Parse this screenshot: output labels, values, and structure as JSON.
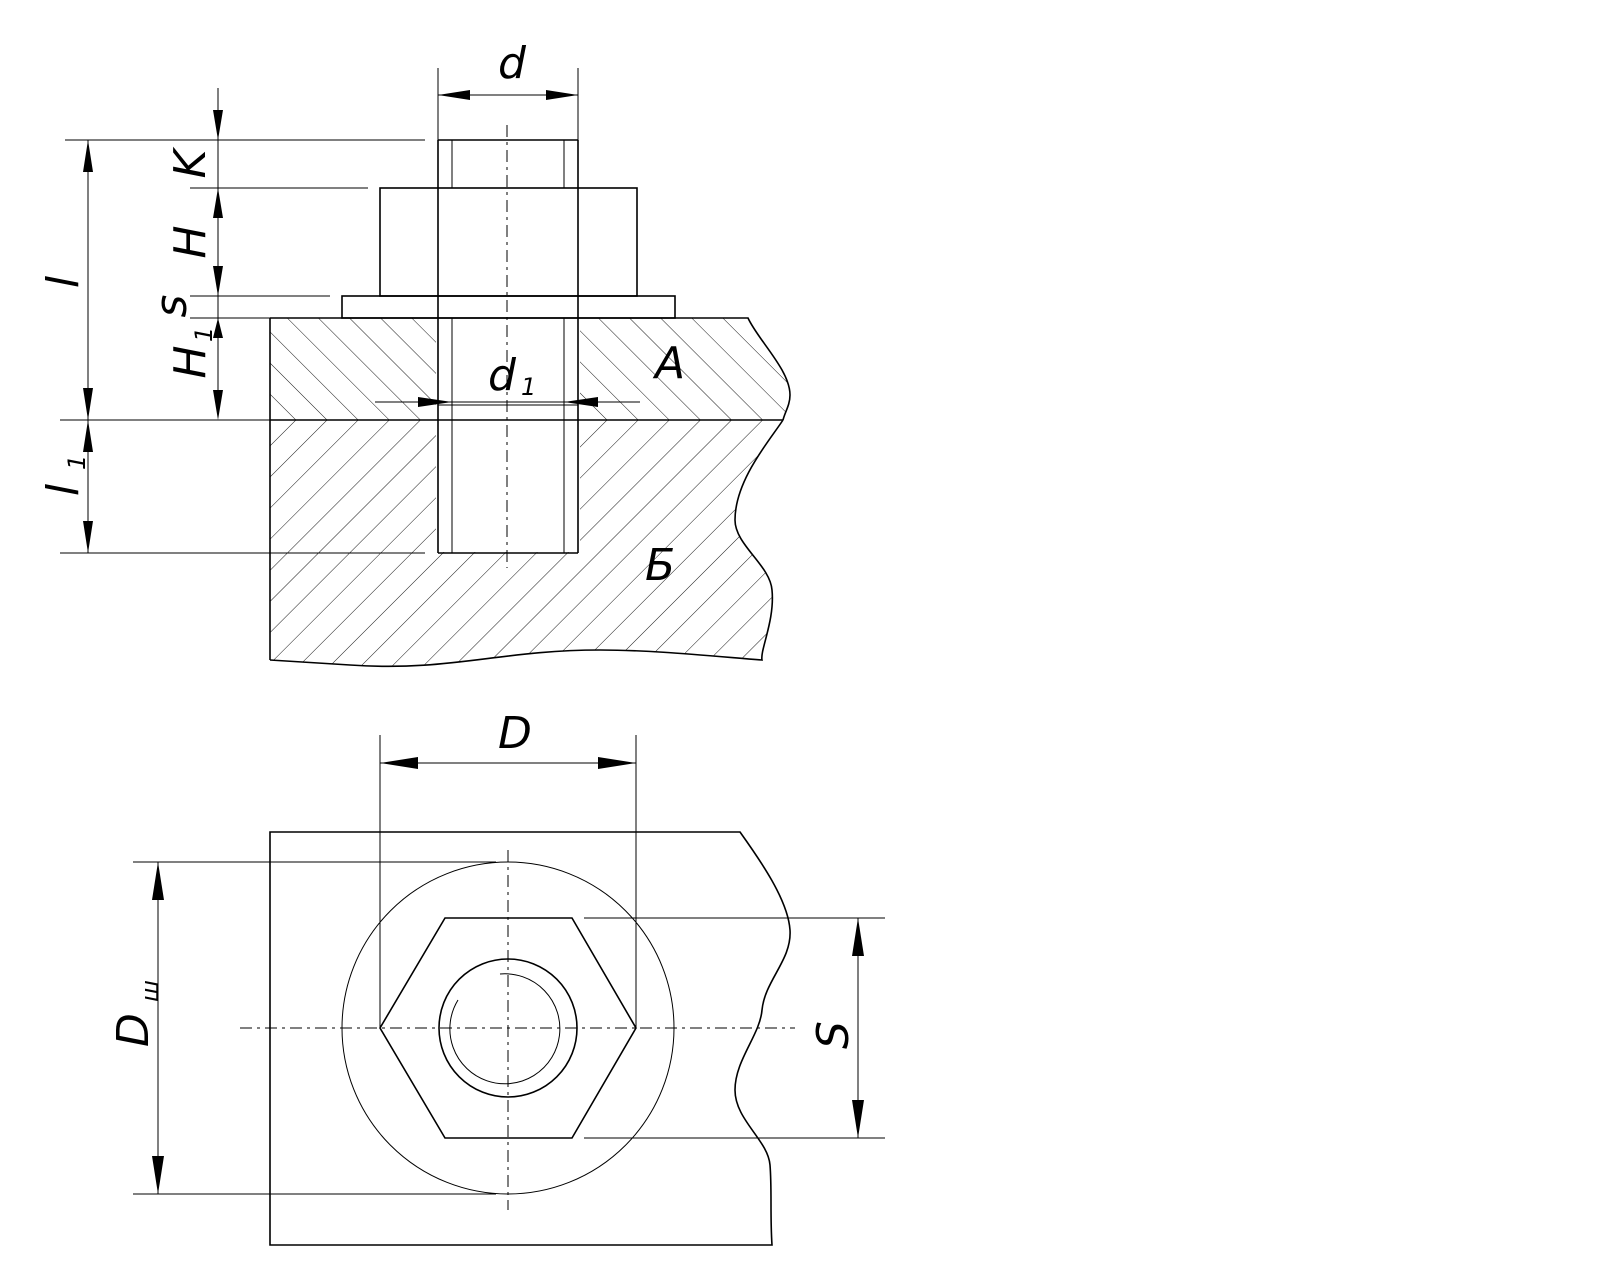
{
  "labels": {
    "d": "d",
    "d1_main": "d",
    "d1_sub": "1",
    "K": "K",
    "H": "H",
    "s": "s",
    "H1_main": "H",
    "H1_sub": "1",
    "l": "l",
    "l1_main": "l",
    "l1_sub": "1",
    "A": "A",
    "B": "Б",
    "D": "D",
    "Dsh_main": "D",
    "Dsh_sub": "ш",
    "S": "S"
  }
}
